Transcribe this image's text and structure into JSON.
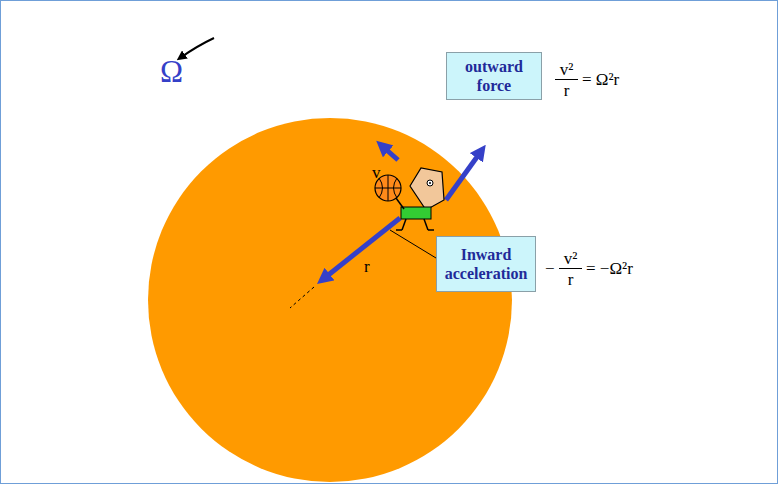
{
  "diagram": {
    "nodes": [
      {
        "text": [
          "outward force"
        ]
      },
      {
        "text": [
          "Inward acceleration"
        ]
      }
    ],
    "labels": [
      "Ω",
      "v",
      "r",
      "v²",
      "r",
      "= Ω²r",
      "−",
      "v²",
      "r",
      "= −Ω²r"
    ]
  }
}
